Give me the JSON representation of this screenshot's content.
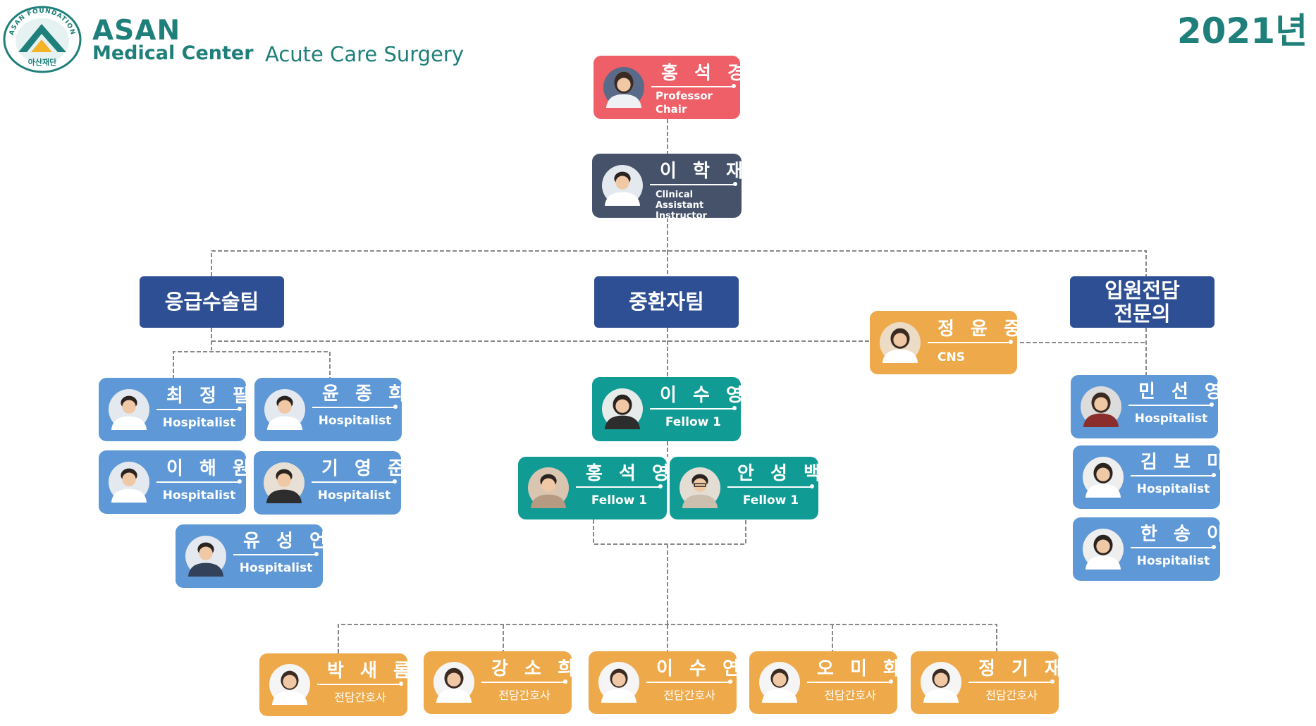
{
  "header": {
    "logo_ring_text": "ASAN FOUNDATION",
    "logo_foundation_ko": "아산재단",
    "brand_line1": "ASAN",
    "brand_line2": "Medical Center",
    "brand_division": "Acute Care Surgery",
    "year": "2021년"
  },
  "colors": {
    "brand_teal": "#1f7f7a",
    "chair_red": "#ef5f68",
    "instructor_slate": "#45526a",
    "fellow_teal": "#109b94",
    "hospitalist_blue": "#5e98d6",
    "nurse_orange": "#eeaa4a",
    "team_navy": "#2e4f93"
  },
  "chair": {
    "name": "홍 석 경",
    "role": "Professor\nChair"
  },
  "instructor": {
    "name": "이 학 재",
    "role": "Clinical Assistant\nInstructor"
  },
  "teams": {
    "emergency": "응급수술팀",
    "icu": "중환자팀",
    "inpatient": "입원전담\n전문의"
  },
  "cns": {
    "name": "정 윤 중",
    "role": "CNS"
  },
  "emergency_members": [
    {
      "name": "최 정 필",
      "role": "Hospitalist"
    },
    {
      "name": "윤 종 희",
      "role": "Hospitalist"
    },
    {
      "name": "이 해 원",
      "role": "Hospitalist"
    },
    {
      "name": "기 영 준",
      "role": "Hospitalist"
    },
    {
      "name": "유 성 언",
      "role": "Hospitalist"
    }
  ],
  "icu_fellows": [
    {
      "name": "이 수 영",
      "role": "Fellow 1"
    },
    {
      "name": "홍 석 영",
      "role": "Fellow 1"
    },
    {
      "name": "안 성 백",
      "role": "Fellow 1"
    }
  ],
  "inpatient_members": [
    {
      "name": "민 선 영",
      "role": "Hospitalist"
    },
    {
      "name": "김 보 미",
      "role": "Hospitalist"
    },
    {
      "name": "한 송 이",
      "role": "Hospitalist"
    }
  ],
  "nurses": [
    {
      "name": "박 새 롬",
      "role": "전담간호사"
    },
    {
      "name": "강 소 희",
      "role": "전담간호사"
    },
    {
      "name": "이 수 연",
      "role": "전담간호사"
    },
    {
      "name": "오 미 화",
      "role": "전담간호사"
    },
    {
      "name": "정 기 재",
      "role": "전담간호사"
    }
  ]
}
